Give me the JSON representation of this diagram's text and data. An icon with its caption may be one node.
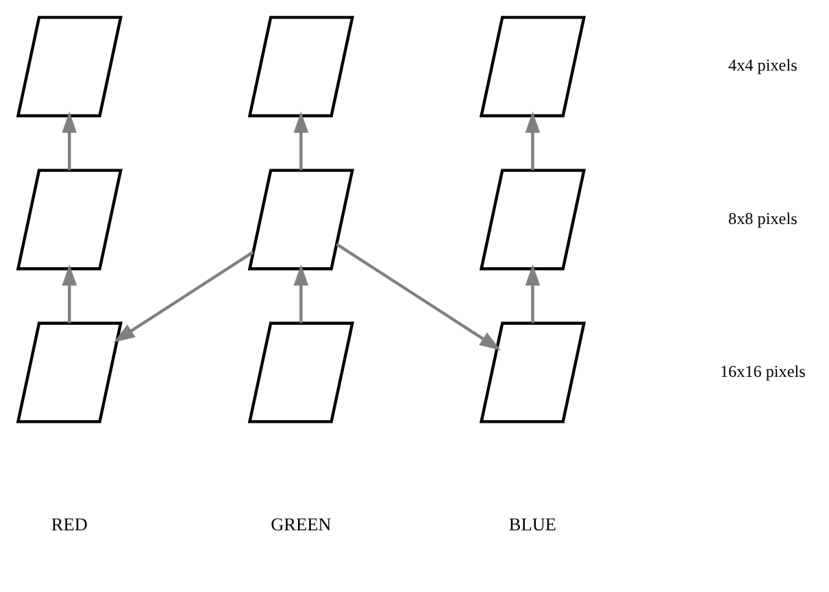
{
  "diagram": {
    "nodes": [
      {
        "text": [],
        "shape": "parallelogram"
      },
      {
        "text": [],
        "shape": "parallelogram"
      },
      {
        "text": [],
        "shape": "parallelogram"
      },
      {
        "text": [],
        "shape": "parallelogram"
      },
      {
        "text": [],
        "shape": "parallelogram"
      },
      {
        "text": [],
        "shape": "parallelogram"
      },
      {
        "text": [],
        "shape": "parallelogram"
      },
      {
        "text": [],
        "shape": "parallelogram"
      },
      {
        "text": [],
        "shape": "parallelogram"
      }
    ],
    "edges": [
      {
        "from": 6,
        "to": 3,
        "arrow": "to",
        "color": "#808080"
      },
      {
        "from": 3,
        "to": 0,
        "arrow": "to",
        "color": "#808080"
      },
      {
        "from": 7,
        "to": 4,
        "arrow": "to",
        "color": "#808080"
      },
      {
        "from": 4,
        "to": 1,
        "arrow": "to",
        "color": "#808080"
      },
      {
        "from": 8,
        "to": 5,
        "arrow": "to",
        "color": "#808080"
      },
      {
        "from": 5,
        "to": 2,
        "arrow": "to",
        "color": "#808080"
      },
      {
        "from": 4,
        "to": 6,
        "arrow": "to",
        "color": "#808080"
      },
      {
        "from": 4,
        "to": 8,
        "arrow": "to",
        "color": "#808080"
      }
    ],
    "labels": [
      "4x4 pixels",
      "8x8 pixels",
      "16x16 pixels",
      "RED",
      "GREEN",
      "BLUE"
    ]
  }
}
